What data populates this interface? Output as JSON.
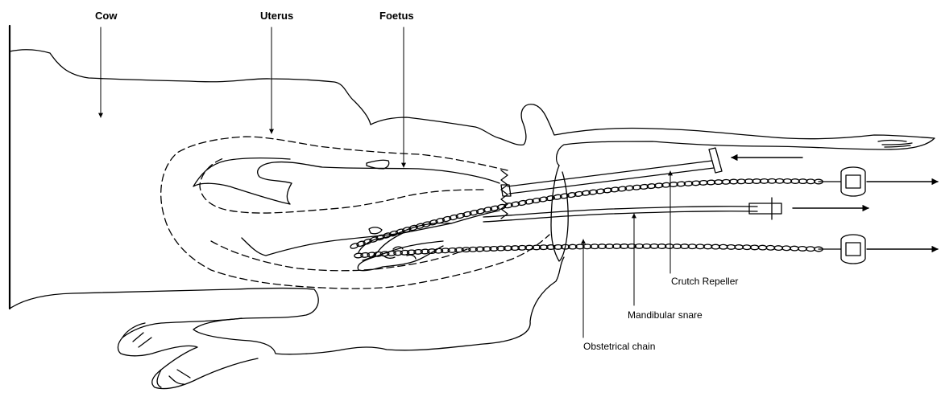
{
  "labels": {
    "cow": "Cow",
    "uterus": "Uterus",
    "foetus": "Foetus",
    "crutch_repeller": "Crutch Repeller",
    "mandibular_snare": "Mandibular snare",
    "obstetrical_chain": "Obstetrical chain"
  },
  "colors": {
    "line": "#000000",
    "background": "#ffffff"
  }
}
